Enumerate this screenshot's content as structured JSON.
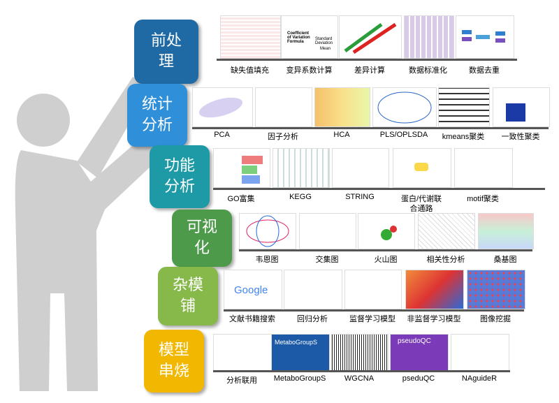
{
  "rows": [
    {
      "block": [
        "前处",
        "理"
      ],
      "color": "#1f6aa5",
      "items": [
        "缺失值填充",
        "变异系数计算",
        "差异计算",
        "数据标准化",
        "数据去重"
      ]
    },
    {
      "block": [
        "统计",
        "分析"
      ],
      "color": "#2f8fd8",
      "items": [
        "PCA",
        "因子分析",
        "HCA",
        "PLS/OPLSDA",
        "kmeans聚类",
        "一致性聚类"
      ]
    },
    {
      "block": [
        "功能",
        "分析"
      ],
      "color": "#1d9aa6",
      "items": [
        "GO富集",
        "KEGG",
        "STRING",
        "蛋白/代谢联",
        "合通路",
        "motif聚类"
      ]
    },
    {
      "block": [
        "可视",
        "化"
      ],
      "color": "#4c9a4a",
      "items": [
        "韦恩图",
        "交集图",
        "火山图",
        "相关性分析",
        "桑基图"
      ]
    },
    {
      "block": [
        "杂模",
        "铺"
      ],
      "color": "#87b84a",
      "items": [
        "文献书籍搜索",
        "回归分析",
        "监督学习模型",
        "非监督学习模型",
        "图像挖掘"
      ]
    },
    {
      "block": [
        "模型",
        "串烧"
      ],
      "color": "#f2b700",
      "items": [
        "分析联用",
        "MetaboGroupS",
        "WGCNA",
        "pseduQC",
        "NAguideR"
      ]
    }
  ],
  "thumb_text": {
    "cv_formula": "Coefficient of Variation Formula",
    "sd": "Standard Deviation",
    "mean": "Mean",
    "google": "Google",
    "metabo": "MetaboGroupS",
    "pseudo": "pseudoQC"
  },
  "icons": [
    "person-silhouette-icon"
  ]
}
